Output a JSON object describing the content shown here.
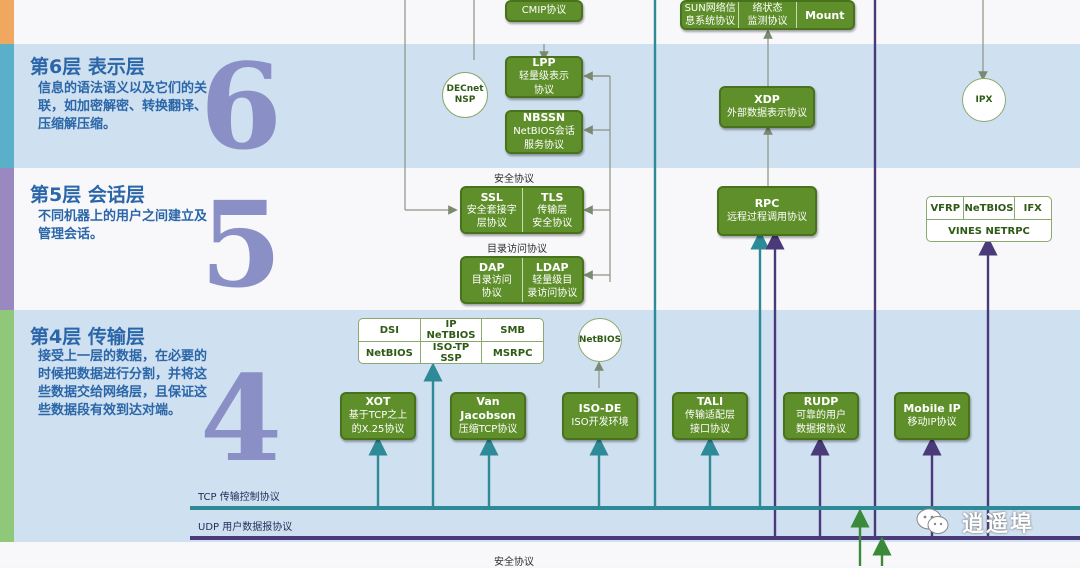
{
  "colors": {
    "layer6_bg": "#cfe0f0",
    "layer5_bg": "#f8f8fb",
    "layer4_bg": "#cfe0f0",
    "stripe_top": "#f0a860",
    "stripe6": "#5ab0c8",
    "stripe5": "#9a88c0",
    "stripe4": "#8ec878",
    "tcp_bus": "#2f8a98",
    "udp_bus": "#4a3a7a",
    "protocol_green": "#5f8f2a"
  },
  "layers": {
    "l6": {
      "title": "第6层  表示层",
      "desc": "信息的语法语义以及它们的关联，如加密解密、转换翻译、压缩解压缩。",
      "number": "6"
    },
    "l5": {
      "title": "第5层  会话层",
      "desc": "不同机器上的用户之间建立及管理会话。",
      "number": "5"
    },
    "l4": {
      "title": "第4层  传输层",
      "desc": "接受上一层的数据，在必要的时候把数据进行分割，并将这些数据交给网络层，且保证这些数据段有效到达对端。",
      "number": "4"
    }
  },
  "top_boxes": {
    "cmip": "CMIP协议",
    "sun_a": "SUN网络信",
    "sun_b": "息系统协议",
    "net_a": "络状态",
    "net_b": "监测协议",
    "mount": "Mount"
  },
  "layer6_boxes": {
    "lpp_h": "LPP",
    "lpp_a": "轻量级表示",
    "lpp_b": "协议",
    "nbssn_h": "NBSSN",
    "nbssn_a": "NetBIOS会话",
    "nbssn_b": "服务协议",
    "xdp_h": "XDP",
    "xdp_a": "外部数据表示协议",
    "decnet_a": "DECnet",
    "decnet_b": "NSP",
    "ipx": "IPX"
  },
  "layer5_boxes": {
    "security_caption": "安全协议",
    "ssl_h": "SSL",
    "ssl_a": "安全套接字",
    "ssl_b": "层协议",
    "tls_h": "TLS",
    "tls_a": "传输层",
    "tls_b": "安全协议",
    "dir_caption": "目录访问协议",
    "dap_h": "DAP",
    "dap_a": "目录访问",
    "dap_b": "协议",
    "ldap_h": "LDAP",
    "ldap_a": "轻量级目",
    "ldap_b": "录访问协议",
    "rpc_h": "RPC",
    "rpc_a": "远程过程调用协议",
    "vfrp": "VFRP",
    "netbios": "NeTBIOS",
    "ifx": "IFX",
    "vines": "VINES NETRPC"
  },
  "layer4_boxes": {
    "dsi": "DSI",
    "ipnetbios": "IP NeTBIOS",
    "smb": "SMB",
    "netbios2": "NetBIOS",
    "isotp": "ISO-TP SSP",
    "msrpc": "MSRPC",
    "netbios_circle": "NetBIOS",
    "xot_h": "XOT",
    "xot_a": "基于TCP之上",
    "xot_b": "的X.25协议",
    "vj_a": "Van Jacobson",
    "vj_b": "压缩TCP协议",
    "isode_h": "ISO-DE",
    "isode_a": "ISO开发环境",
    "tali_h": "TALI",
    "tali_a": "传输适配层",
    "tali_b": "接口协议",
    "rudp_h": "RUDP",
    "rudp_a": "可靠的用户",
    "rudp_b": "数据报协议",
    "mobile_h": "Mobile IP",
    "mobile_a": "移动IP协议"
  },
  "buses": {
    "tcp": "TCP 传输控制协议",
    "udp": "UDP 用户数据报协议",
    "bottom_caption": "安全协议"
  },
  "watermark": {
    "text": "逍遥埠",
    "icon": "wechat-icon"
  }
}
